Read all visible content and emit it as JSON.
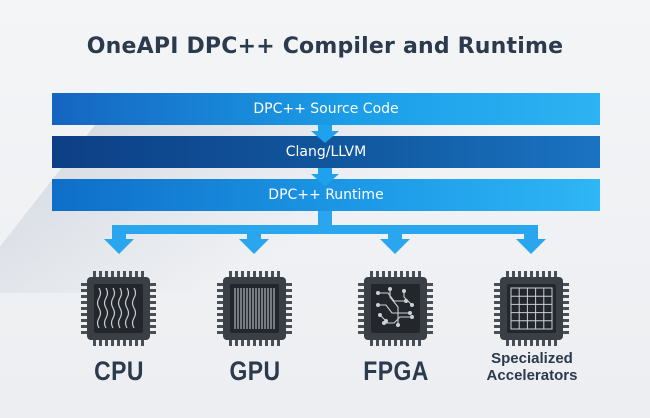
{
  "title": "OneAPI DPC++ Compiler and Runtime",
  "layers": [
    {
      "label": "DPC++ Source Code"
    },
    {
      "label": "Clang/LLVM"
    },
    {
      "label": "DPC++ Runtime"
    }
  ],
  "targets": [
    {
      "label": "CPU",
      "icon": "cpu-chip-icon"
    },
    {
      "label": "GPU",
      "icon": "gpu-chip-icon"
    },
    {
      "label": "FPGA",
      "icon": "fpga-chip-icon"
    },
    {
      "label": "Specialized Accelerators",
      "icon": "accelerator-chip-icon"
    }
  ],
  "colors": {
    "title": "#2b3a4d",
    "layer_light": "#1b9ee8",
    "layer_dark": "#11589f",
    "arrow": "#2aa6ee",
    "chip": "#3a3f45"
  }
}
